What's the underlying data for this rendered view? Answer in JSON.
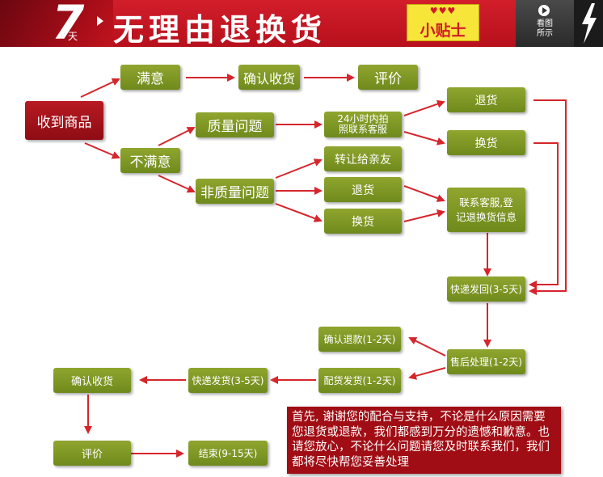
{
  "banner": {
    "number": "7",
    "unit": "天",
    "title": "无理由退换货",
    "hearts": "♥♥♥",
    "tip": "小贴士",
    "view_label": "看图\n所示"
  },
  "nodes": {
    "receive": "收到商品",
    "satisfied": "满意",
    "confirm1": "确认收货",
    "review1": "评价",
    "unsatisfied": "不满意",
    "quality": "质量问题",
    "contact_cs": "24小时内拍\n照联系客服",
    "return_q": "退货",
    "exchange_q": "换货",
    "nonquality": "非质量问题",
    "transfer": "转让给亲友",
    "return_nq": "退货",
    "exchange_nq": "换货",
    "register": "联系客服,登\n记退换货信息",
    "ship_back": "快递发回(3-5天)",
    "after_sale": "售后处理(1-2天)",
    "refund": "确认退款(1-2天)",
    "reship": "配货发货(1-2天)",
    "express": "快递发货(3-5天)",
    "confirm2": "确认收货",
    "review2": "评价",
    "end": "结束(9-15天)"
  },
  "note": "首先, 谢谢您的配合与支持，不论是什么原因需要您退货或退款，我们都感到万分的遗憾和歉意。也请您放心，不论什么问题请您及时联系我们，我们都将尽快帮您妥善处理",
  "colors": {
    "banner_red": "#c8141f",
    "node_green": "#7a961f",
    "node_red": "#a8121b",
    "arrow_red": "#d5262c",
    "tip_yellow": "#f7e53a"
  }
}
